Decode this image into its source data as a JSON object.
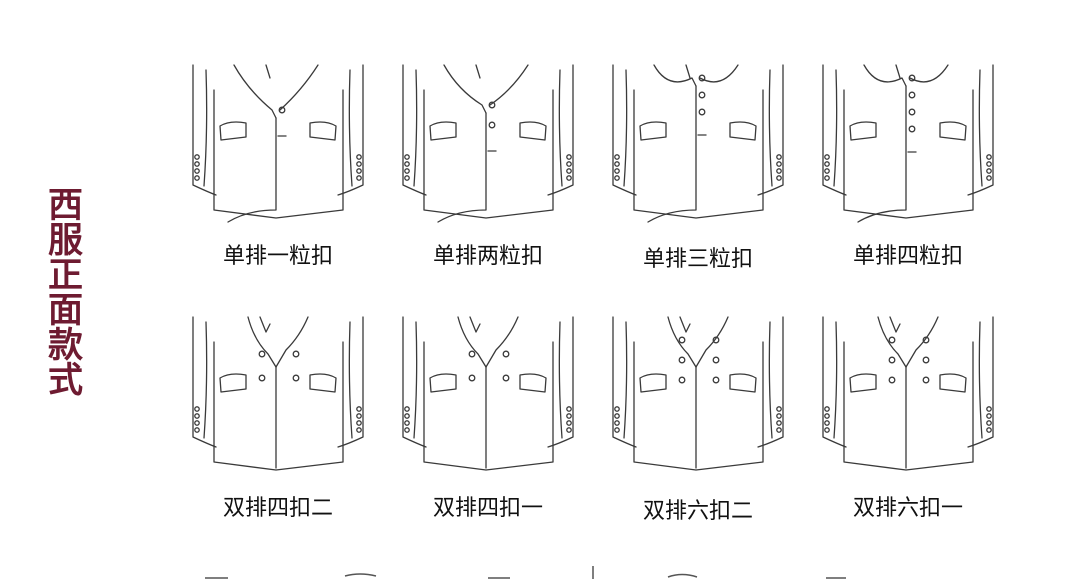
{
  "page_title": "西服正面款式",
  "styles": [
    {
      "label": "单排一粒扣",
      "type": "single",
      "buttons": 1
    },
    {
      "label": "单排两粒扣",
      "type": "single",
      "buttons": 2
    },
    {
      "label": "单排三粒扣",
      "type": "single",
      "buttons": 3
    },
    {
      "label": "单排四粒扣",
      "type": "single",
      "buttons": 4
    },
    {
      "label": "双排四扣二",
      "type": "double",
      "buttons": 4
    },
    {
      "label": "双排四扣一",
      "type": "double",
      "buttons": 4
    },
    {
      "label": "双排六扣二",
      "type": "double",
      "buttons": 6
    },
    {
      "label": "双排六扣一",
      "type": "double",
      "buttons": 6
    }
  ],
  "colors": {
    "title": "#6e1b31",
    "line": "#3a3a3a",
    "label": "#111111"
  }
}
